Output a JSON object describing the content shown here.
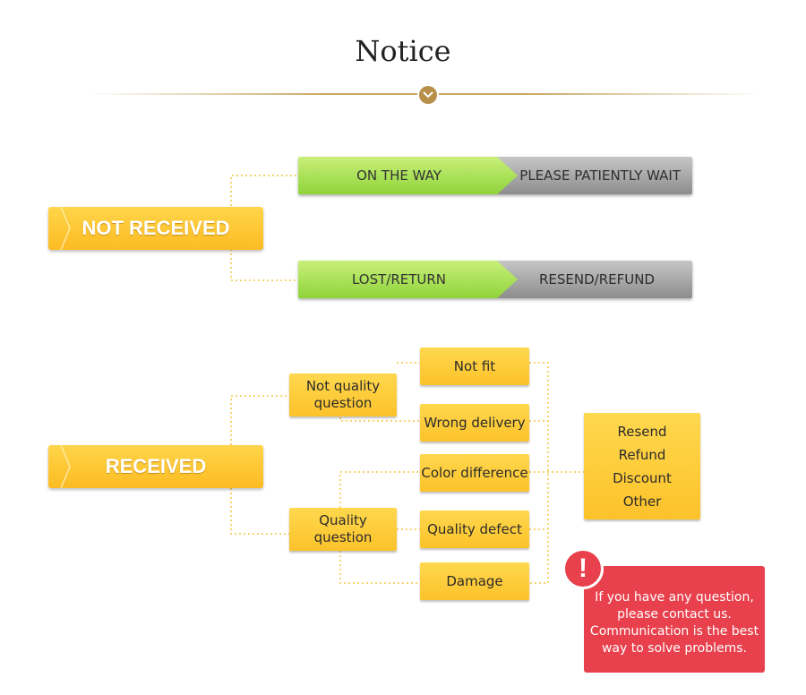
{
  "title": "Notice",
  "not_received": {
    "label": "NOT RECEIVED",
    "branches": [
      {
        "status": "ON THE WAY",
        "action": "PLEASE PATIENTLY WAIT"
      },
      {
        "status": "LOST/RETURN",
        "action": "RESEND/REFUND"
      }
    ]
  },
  "received": {
    "label": "RECEIVED",
    "not_quality": {
      "label": "Not quality question",
      "items": [
        "Not fit",
        "Wrong delivery"
      ]
    },
    "quality": {
      "label": "Quality question",
      "items": [
        "Color difference",
        "Quality defect",
        "Damage"
      ]
    },
    "solutions": [
      "Resend",
      "Refund",
      "Discount",
      "Other"
    ]
  },
  "alert": {
    "icon": "exclamation-icon",
    "lines": [
      "If you have any question,",
      "please contact us.",
      "Communication is the best",
      "way to solve problems."
    ]
  },
  "colors": {
    "yellow": "#fcc22a",
    "green": "#8fd43a",
    "gray": "#8d8d8d",
    "red": "#e8404c",
    "gold": "#c9a864"
  }
}
